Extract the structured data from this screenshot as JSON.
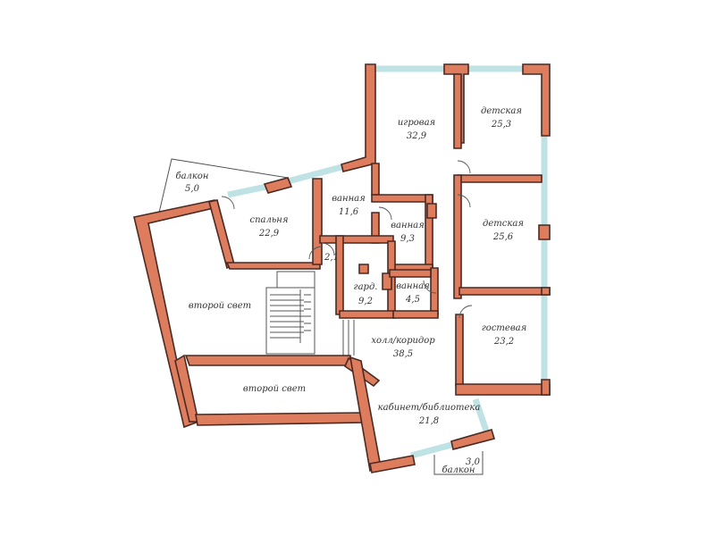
{
  "rooms": [
    {
      "id": "igrovaya",
      "name": "игровая",
      "area": "32,9"
    },
    {
      "id": "detskaya1",
      "name": "детская",
      "area": "25,3"
    },
    {
      "id": "detskaya2",
      "name": "детская",
      "area": "25,6"
    },
    {
      "id": "balkon1",
      "name": "балкон",
      "area": "5,0"
    },
    {
      "id": "spalnya",
      "name": "спальня",
      "area": "22,9"
    },
    {
      "id": "vannaya1",
      "name": "ванная",
      "area": "11,6"
    },
    {
      "id": "vannaya2",
      "name": "ванная",
      "area": "9,3"
    },
    {
      "id": "hall-small",
      "name": "",
      "area": "2,1"
    },
    {
      "id": "gard",
      "name": "гард.",
      "area": "9,2"
    },
    {
      "id": "vannaya3",
      "name": "ванная",
      "area": "4,5"
    },
    {
      "id": "vtoroy1",
      "name": "второй свет",
      "area": ""
    },
    {
      "id": "holl",
      "name": "холл/коридор",
      "area": "38,5"
    },
    {
      "id": "gostevaya",
      "name": "гостевая",
      "area": "23,2"
    },
    {
      "id": "vtoroy2",
      "name": "второй свет",
      "area": ""
    },
    {
      "id": "kabinet",
      "name": "кабинет/библиотека",
      "area": "21,8"
    },
    {
      "id": "balkon2",
      "name": "балкон",
      "area": "3,0"
    }
  ],
  "colors": {
    "wall": "#de7d5e",
    "wall_outline": "#4a2a22",
    "window": "#bfe2e4",
    "text": "#333333"
  }
}
